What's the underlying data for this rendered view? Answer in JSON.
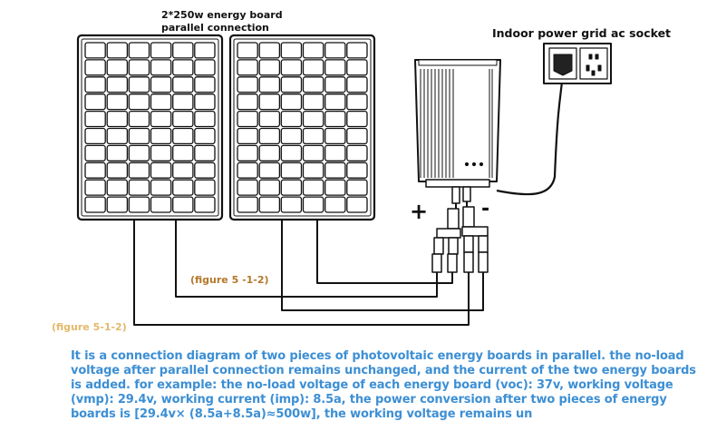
{
  "labels": {
    "panel_title_line1": "2*250w energy board",
    "panel_title_line2": "parallel connection",
    "socket_title": "Indoor power grid ac socket",
    "figure_ref_inner": "(figure 5 -1-2)",
    "figure_ref_outer": "(figure 5-1-2)",
    "positive_symbol": "+",
    "negative_symbol": "-"
  },
  "caption": "It is a connection diagram of two pieces of photovoltaic energy boards in parallel. the no-load voltage after parallel connection remains unchanged, and the current of the two energy boards is added. for example: the no-load voltage of each energy board (voc): 37v, working voltage (vmp): 29.4v, working current (imp): 8.5a, the power conversion after two pieces of energy boards is [29.4v× (8.5a+8.5a)≈500w], the working voltage remains un",
  "colors": {
    "caption_text": "#3d8fd4",
    "figure_ref_inner": "#b5772b",
    "figure_ref_outer": "#e3b96a",
    "line": "#111111"
  },
  "panel_grid": {
    "columns": 6,
    "rows": 10
  }
}
